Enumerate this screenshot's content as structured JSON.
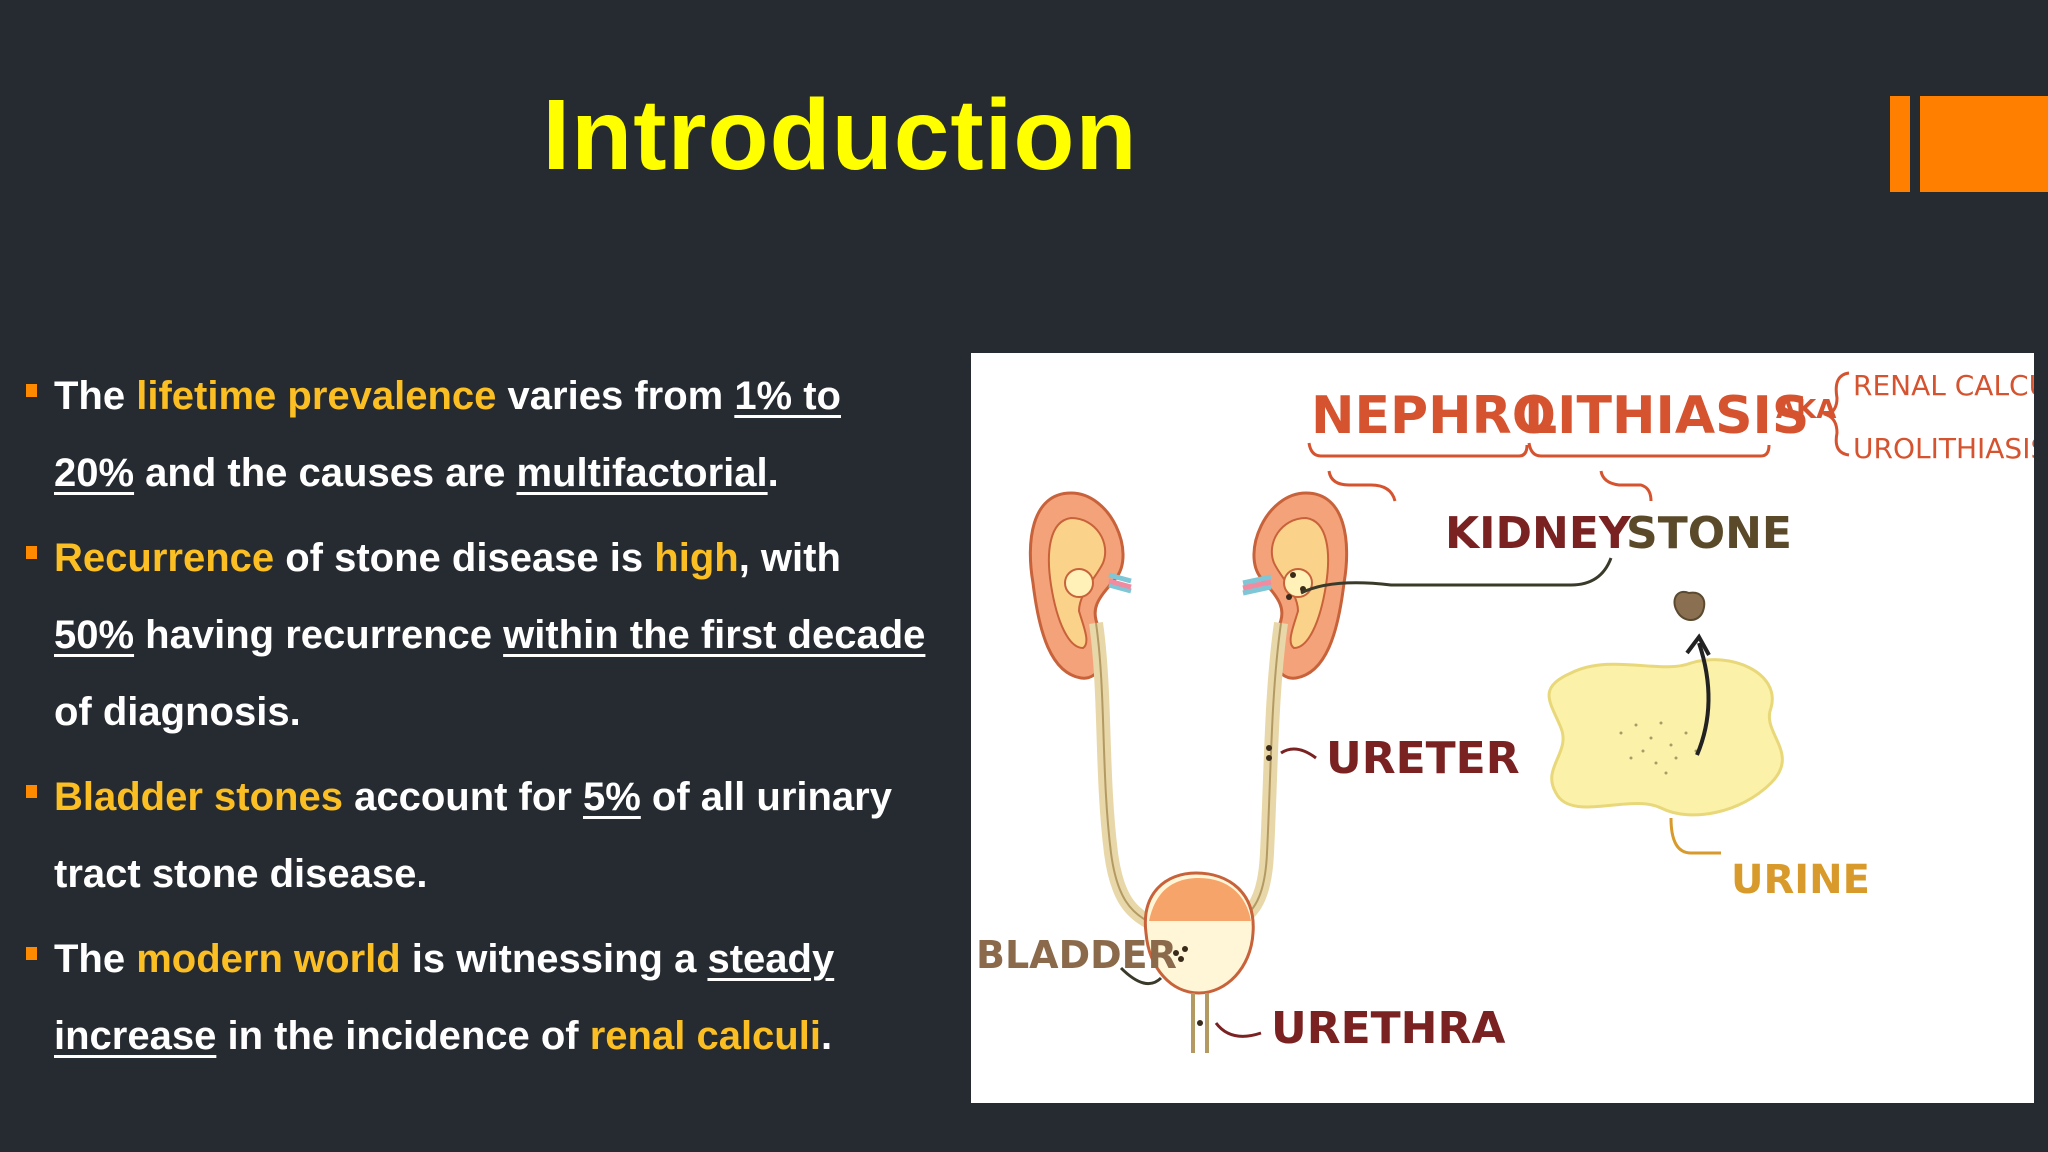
{
  "slide": {
    "title": "Introduction",
    "accent_color": "#ff8000",
    "highlight_color": "#fbbf24",
    "title_color": "#ffff00"
  },
  "bullets": [
    {
      "segments": [
        {
          "text": "The ",
          "style": "plain"
        },
        {
          "text": "lifetime prevalence",
          "style": "highlight"
        },
        {
          "text": " varies from ",
          "style": "plain"
        },
        {
          "text": "1% to 20%",
          "style": "underline"
        },
        {
          "text": " and the causes are ",
          "style": "plain"
        },
        {
          "text": "multifactorial",
          "style": "underline"
        },
        {
          "text": ".",
          "style": "plain"
        }
      ]
    },
    {
      "segments": [
        {
          "text": "Recurrence",
          "style": "highlight"
        },
        {
          "text": " of stone disease is ",
          "style": "plain"
        },
        {
          "text": "high",
          "style": "highlight"
        },
        {
          "text": ", with ",
          "style": "plain"
        },
        {
          "text": "50%",
          "style": "underline"
        },
        {
          "text": " having recurrence ",
          "style": "plain"
        },
        {
          "text": "within the first decade",
          "style": "underline"
        },
        {
          "text": " of diagnosis.",
          "style": "plain"
        }
      ]
    },
    {
      "segments": [
        {
          "text": "Bladder stones",
          "style": "highlight"
        },
        {
          "text": " account for ",
          "style": "plain"
        },
        {
          "text": "5%",
          "style": "underline"
        },
        {
          "text": " of all urinary tract stone disease.",
          "style": "plain"
        }
      ]
    },
    {
      "segments": [
        {
          "text": "The ",
          "style": "plain"
        },
        {
          "text": "modern world",
          "style": "highlight"
        },
        {
          "text": " is witnessing a ",
          "style": "plain"
        },
        {
          "text": "steady increase",
          "style": "underline"
        },
        {
          "text": " in the incidence of ",
          "style": "plain"
        },
        {
          "text": "renal calculi",
          "style": "highlight"
        },
        {
          "text": ".",
          "style": "plain"
        }
      ]
    }
  ],
  "figure": {
    "heading_part1": "NEPHRO",
    "heading_part2": "LITHIASIS",
    "aka": "AKA",
    "aka_item1": "RENAL CALCULI",
    "aka_item2": "UROLITHIASIS",
    "kidney": "KIDNEY",
    "stone": "STONE",
    "ureter": "URETER",
    "urine": "URINE",
    "bladder": "BLADDER",
    "urethra": "URETHRA"
  }
}
